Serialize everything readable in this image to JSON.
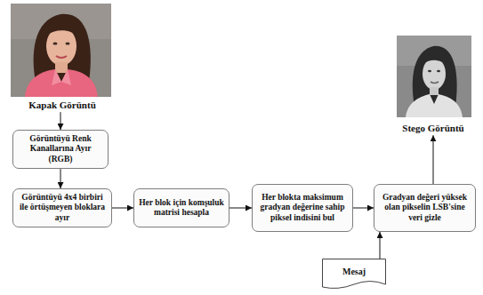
{
  "diagram": {
    "nodes": [
      {
        "text": [
          "Kapak Görüntü"
        ]
      },
      {
        "text": [
          "Görüntüyü Renk Kanallarına Ayır (RGB)"
        ]
      },
      {
        "text": [
          "Görüntüyü 4x4 birbiri ile örtüşmeyen bloklara ayır"
        ]
      },
      {
        "text": [
          "Her blok için komşuluk matrisi hesapla"
        ]
      },
      {
        "text": [
          "Her blokta maksimum gradyan değerine sahip piksel indisini bul"
        ]
      },
      {
        "text": [
          "Gradyan değeri yüksek olan pikselin LSB'sine veri gizle"
        ]
      },
      {
        "text": [
          "Stego Görüntü"
        ]
      },
      {
        "text": [
          "Mesaj"
        ]
      }
    ],
    "edges": [
      {
        "from": 0,
        "to": 1,
        "arrow": "to"
      },
      {
        "from": 1,
        "to": 2,
        "arrow": "to"
      },
      {
        "from": 2,
        "to": 3,
        "arrow": "to"
      },
      {
        "from": 3,
        "to": 4,
        "arrow": "to"
      },
      {
        "from": 4,
        "to": 5,
        "arrow": "to"
      },
      {
        "from": 7,
        "to": 5,
        "arrow": "to"
      },
      {
        "from": 5,
        "to": 6,
        "arrow": "to"
      }
    ]
  }
}
